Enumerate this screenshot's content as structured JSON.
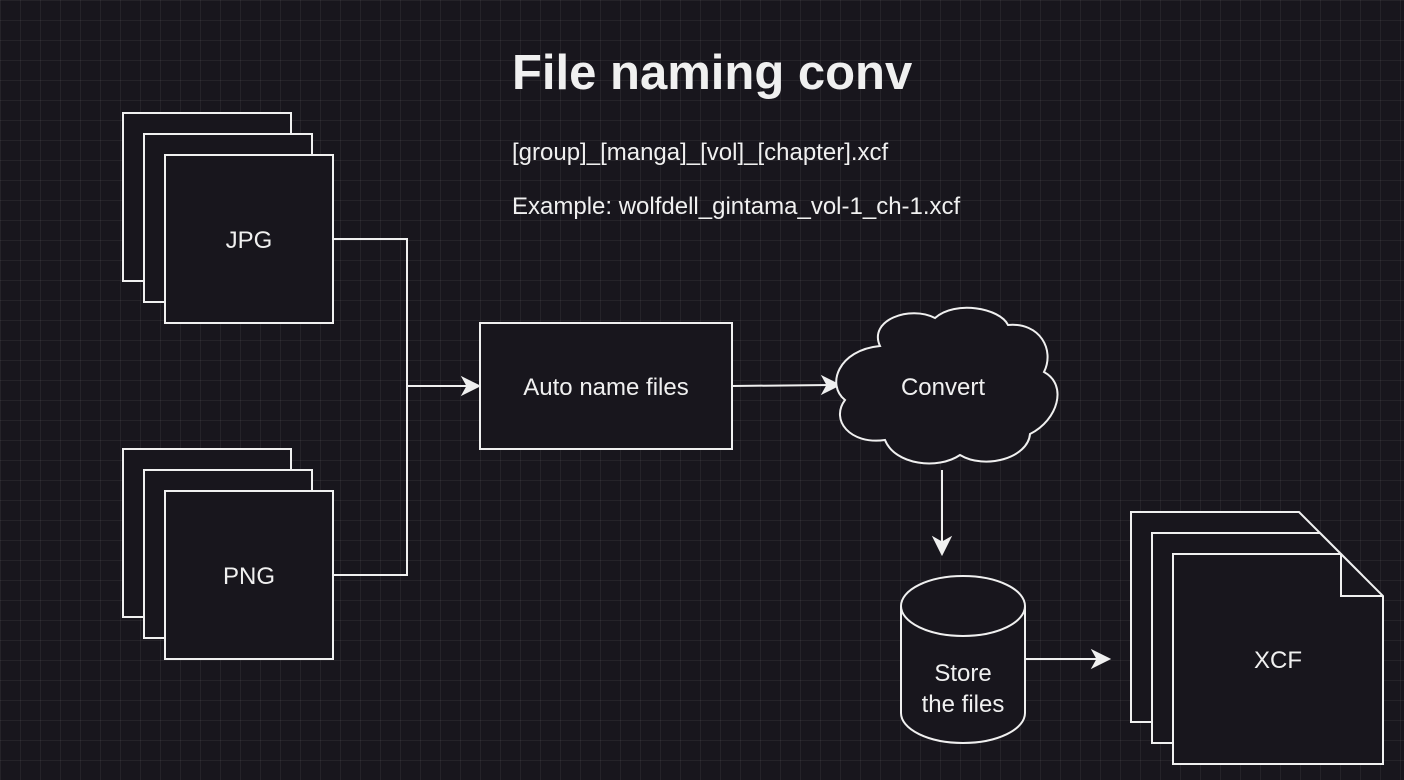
{
  "title": "File naming conv",
  "pattern": "[group]_[manga]_[vol]_[chapter].xcf",
  "example": "Example: wolfdell_gintama_vol-1_ch-1.xcf",
  "nodes": {
    "jpg": "JPG",
    "png": "PNG",
    "auto_name": "Auto name files",
    "convert": "Convert",
    "store_line1": "Store",
    "store_line2": "the files",
    "xcf": "XCF"
  },
  "colors": {
    "background": "#18161d",
    "stroke": "#f0f0f0",
    "text": "#f0f0f0"
  }
}
